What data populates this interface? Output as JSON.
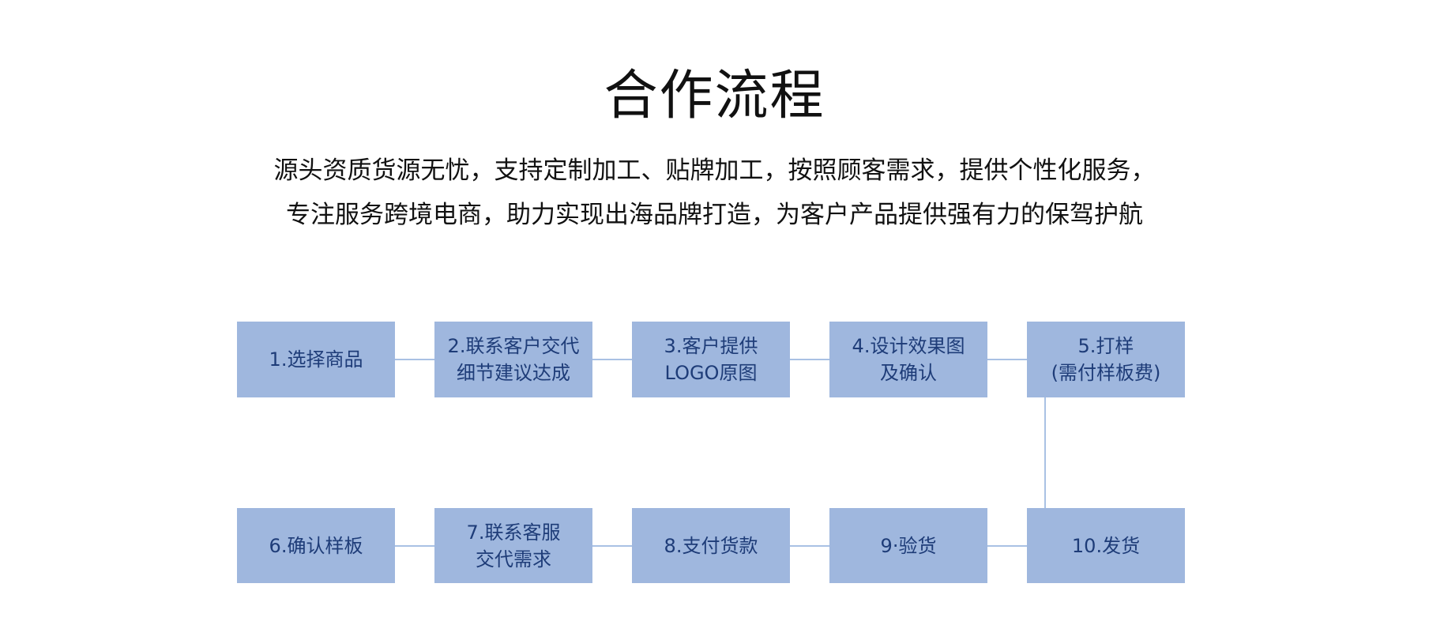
{
  "colors": {
    "page-bg": "#ffffff",
    "title-color": "#111111",
    "subtitle-color": "#111111",
    "box-fill": "#9fb7de",
    "box-text": "#1e3c78",
    "connector": "#a9c1e4"
  },
  "header": {
    "title": "合作流程",
    "subtitle": {
      "line1": "源头资质货源无忧，支持定制加工、贴牌加工，按照顾客需求，提供个性化服务，",
      "line2": "专注服务跨境电商，助力实现出海品牌打造，为客户产品提供强有力的保驾护航"
    }
  },
  "flow": {
    "rows": [
      {
        "steps": [
          {
            "label": "1.选择商品"
          },
          {
            "label": "2.联系客户交代\n细节建议达成"
          },
          {
            "label": "3.客户提供\nLOGO原图"
          },
          {
            "label": "4.设计效果图\n及确认"
          },
          {
            "label": "5.打样\n(需付样板费)"
          }
        ]
      },
      {
        "steps": [
          {
            "label": "6.确认样板"
          },
          {
            "label": "7.联系客服\n交代需求"
          },
          {
            "label": "8.支付货款"
          },
          {
            "label": "9·验货"
          },
          {
            "label": "10.发货"
          }
        ]
      }
    ]
  }
}
